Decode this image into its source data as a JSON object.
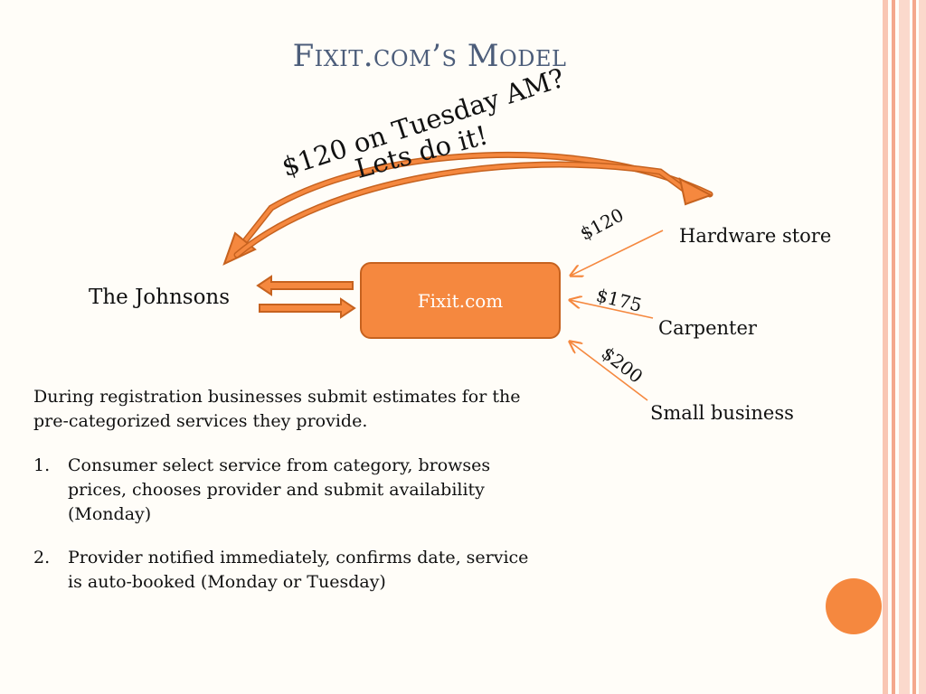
{
  "slide": {
    "title": "Fixit.com’s Model"
  },
  "diagram": {
    "center_node": "Fixit.com",
    "consumer": "The Johnsons",
    "providers": [
      {
        "name": "Hardware store",
        "price": "$120"
      },
      {
        "name": "Carpenter",
        "price": "$175"
      },
      {
        "name": "Small business",
        "price": "$200"
      }
    ],
    "arc_messages": {
      "question": "$120 on Tuesday AM?",
      "answer": "Lets do it!"
    }
  },
  "content": {
    "intro": "During registration businesses submit estimates for the pre-categorized services they provide.",
    "steps": [
      {
        "number": "1.",
        "text": "Consumer select service from category, browses prices, chooses provider and submit availability (Monday)"
      },
      {
        "number": "2.",
        "text": "Provider notified immediately, confirms date, service is auto-booked (Monday or Tuesday)"
      }
    ]
  },
  "colors": {
    "accent": "#f5883f",
    "accent_dark": "#c6621f",
    "title": "#4c5d7a"
  }
}
